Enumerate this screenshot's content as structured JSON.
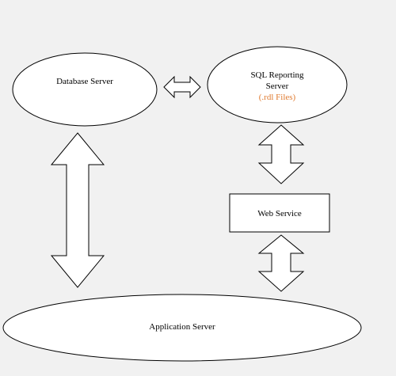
{
  "nodes": {
    "database_server": {
      "label": "Database Server"
    },
    "sql_reporting": {
      "line1": "SQL Reporting",
      "line2": "Server",
      "line3": "(.rdl Files)",
      "line3_color": "#e07b30"
    },
    "web_service": {
      "label": "Web Service"
    },
    "application_server": {
      "label": "Application Server"
    }
  },
  "connectors": [
    {
      "name": "db-to-sql-arrow",
      "direction": "bidirectional"
    },
    {
      "name": "db-to-app-arrow",
      "direction": "bidirectional"
    },
    {
      "name": "sql-to-web-arrow",
      "direction": "bidirectional"
    },
    {
      "name": "web-to-app-arrow",
      "direction": "bidirectional"
    }
  ]
}
